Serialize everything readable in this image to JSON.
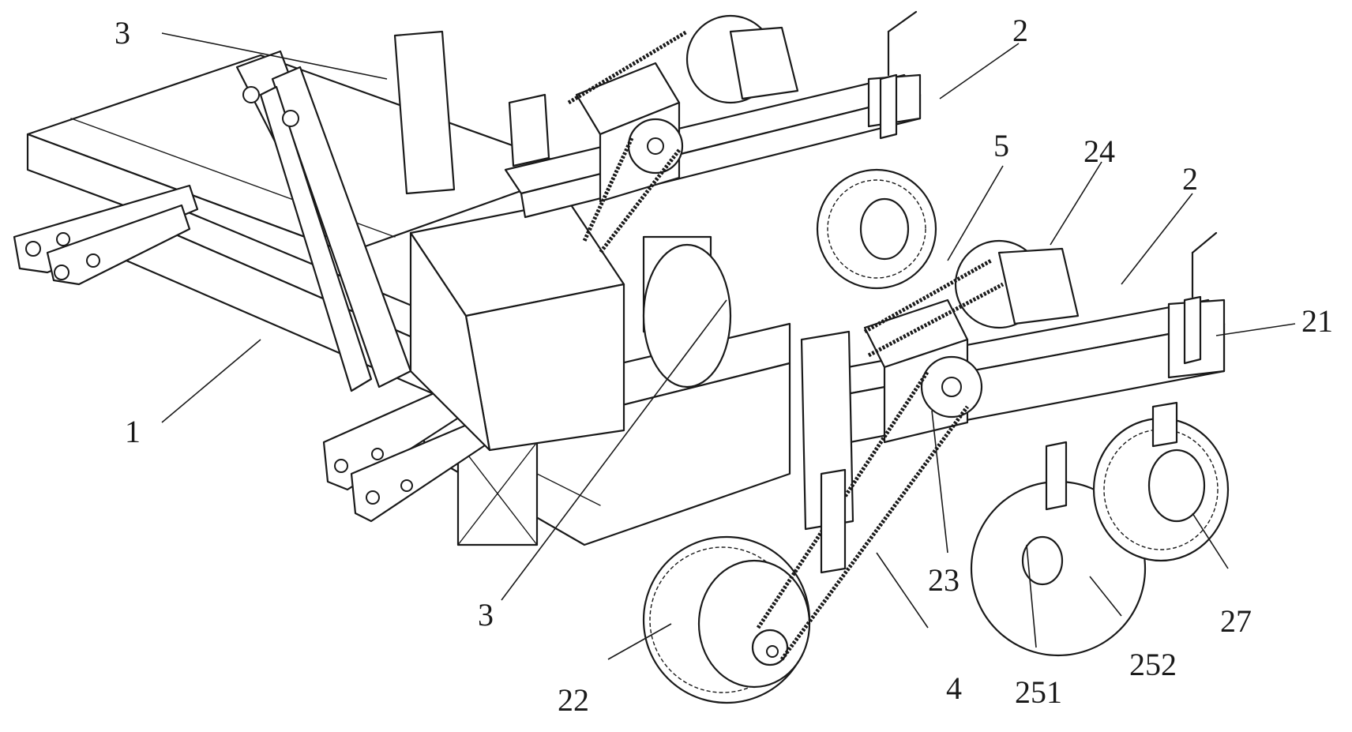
{
  "figure": {
    "callouts": [
      {
        "id": "c3a",
        "text": "3"
      },
      {
        "id": "c2a",
        "text": "2"
      },
      {
        "id": "c5",
        "text": "5"
      },
      {
        "id": "c24",
        "text": "24"
      },
      {
        "id": "c2b",
        "text": "2"
      },
      {
        "id": "c21",
        "text": "21"
      },
      {
        "id": "c1",
        "text": "1"
      },
      {
        "id": "c3b",
        "text": "3"
      },
      {
        "id": "c23",
        "text": "23"
      },
      {
        "id": "c22",
        "text": "22"
      },
      {
        "id": "c4",
        "text": "4"
      },
      {
        "id": "c251",
        "text": "251"
      },
      {
        "id": "c252",
        "text": "252"
      },
      {
        "id": "c27",
        "text": "27"
      }
    ]
  }
}
